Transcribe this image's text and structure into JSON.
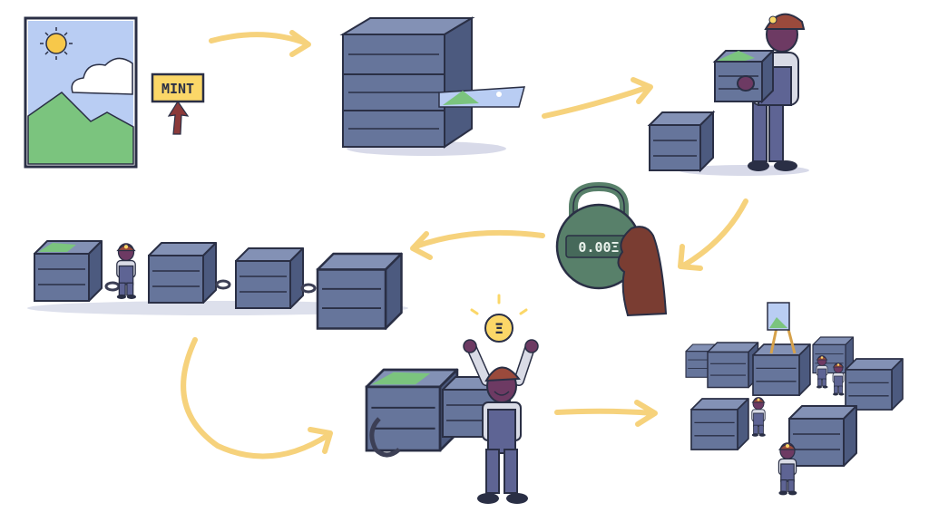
{
  "mint_button": {
    "label": "MINT"
  },
  "lock": {
    "label": "0.00Ξ"
  },
  "coin": {
    "symbol": "Ξ"
  },
  "colors": {
    "arrow": "#f6d27c",
    "block_front": "#66759b",
    "block_top": "#8391b5",
    "block_side": "#4c5a7f",
    "outline": "#2a2f45",
    "sky": "#b9cdf3",
    "hill": "#7bc47e",
    "sun": "#f7c84a",
    "mint_button": "#fbd768",
    "cursor": "#8b3a3a",
    "miner_skin": "#6d3a63",
    "miner_helmet": "#9a4a3c",
    "overalls": "#5e6494",
    "shirt": "#d9dbe6",
    "lock_body": "#58806a",
    "hand": "#7a3d32",
    "coin": "#fbd768",
    "easel": "#d6a14a"
  },
  "icons": [
    "picture-icon",
    "sun-icon",
    "cloud-icon",
    "cursor-icon",
    "padlock-icon",
    "ethereum-coin-icon",
    "chain-link-icon",
    "helmet-icon"
  ]
}
